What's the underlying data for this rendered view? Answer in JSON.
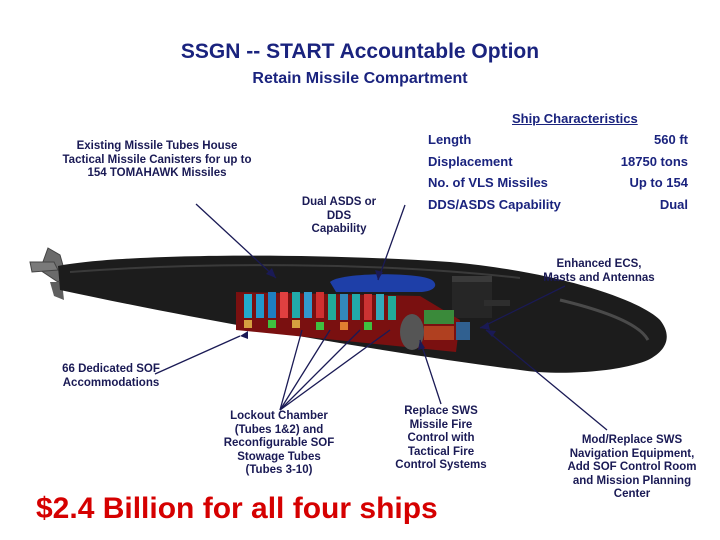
{
  "title": "SSGN -- START Accountable Option",
  "subtitle": "Retain Missile Compartment",
  "characteristics": {
    "heading": "Ship Characteristics",
    "rows": [
      {
        "label": "Length",
        "value": "560 ft"
      },
      {
        "label": "Displacement",
        "value": "18750 tons"
      },
      {
        "label": "No. of VLS Missiles",
        "value": "Up to 154"
      },
      {
        "label": "DDS/ASDS Capability",
        "value": "Dual"
      }
    ]
  },
  "callouts": {
    "missile_tubes": [
      "Existing Missile Tubes House",
      "Tactical Missile Canisters for up to",
      "154 TOMAHAWK Missiles"
    ],
    "asds": [
      "Dual ASDS or",
      "DDS",
      "Capability"
    ],
    "ecs": [
      "Enhanced ECS,",
      "Masts and Antennas"
    ],
    "sof": [
      "66 Dedicated SOF",
      "Accommodations"
    ],
    "lockout": [
      "Lockout Chamber",
      "(Tubes 1&2) and",
      "Reconfigurable SOF",
      "Stowage Tubes",
      "(Tubes 3-10)"
    ],
    "sws_fire": [
      "Replace SWS",
      "Missile Fire",
      "Control with",
      "Tactical Fire",
      "Control Systems"
    ],
    "sws_nav": [
      "Mod/Replace SWS",
      "Navigation Equipment,",
      "Add SOF Control Room",
      "and Mission Planning",
      "Center"
    ]
  },
  "cost": "$2.4 Billion for all four ships",
  "colors": {
    "title": "#1a237e",
    "cost": "#d50000",
    "hull": "#1c1c1c"
  }
}
